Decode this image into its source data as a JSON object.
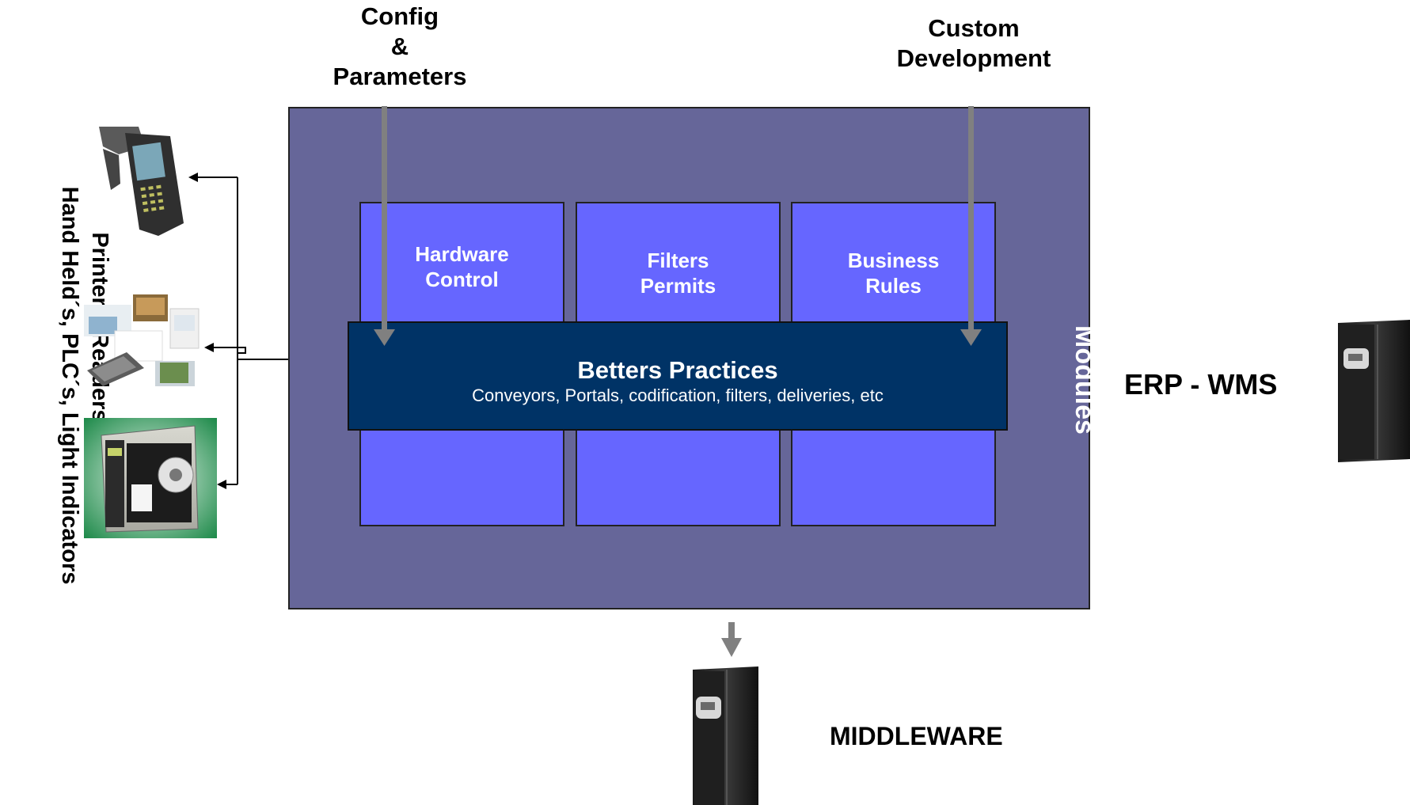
{
  "labels": {
    "config_line1": "Config",
    "config_line2": "&",
    "config_line3": "Parameters",
    "custom_line1": "Custom",
    "custom_line2": "Development",
    "modules": "Modules",
    "devices_line1": "Printers, Readers, Antennas",
    "devices_line2": "Hand Held´s, PLC´s, Light Indicators",
    "erp_wms": "ERP - WMS",
    "middleware": "MIDDLEWARE"
  },
  "modules": [
    {
      "line1": "Hardware",
      "line2": "Control"
    },
    {
      "line1": "Filters",
      "line2": "Permits"
    },
    {
      "line1": "Business",
      "line2": "Rules"
    }
  ],
  "best_practices": {
    "title": "Betters Practices",
    "subtitle": "Conveyors, Portals, codification, filters, deliveries, etc"
  },
  "icons": {
    "handheld": "handheld-scanner-icon",
    "readers": "readers-collage-icon",
    "printer": "label-printer-icon",
    "server": "server-tower-icon"
  },
  "colors": {
    "panel": "#666699",
    "module": "#6666ff",
    "bar": "#003366",
    "arrow": "#808080"
  }
}
